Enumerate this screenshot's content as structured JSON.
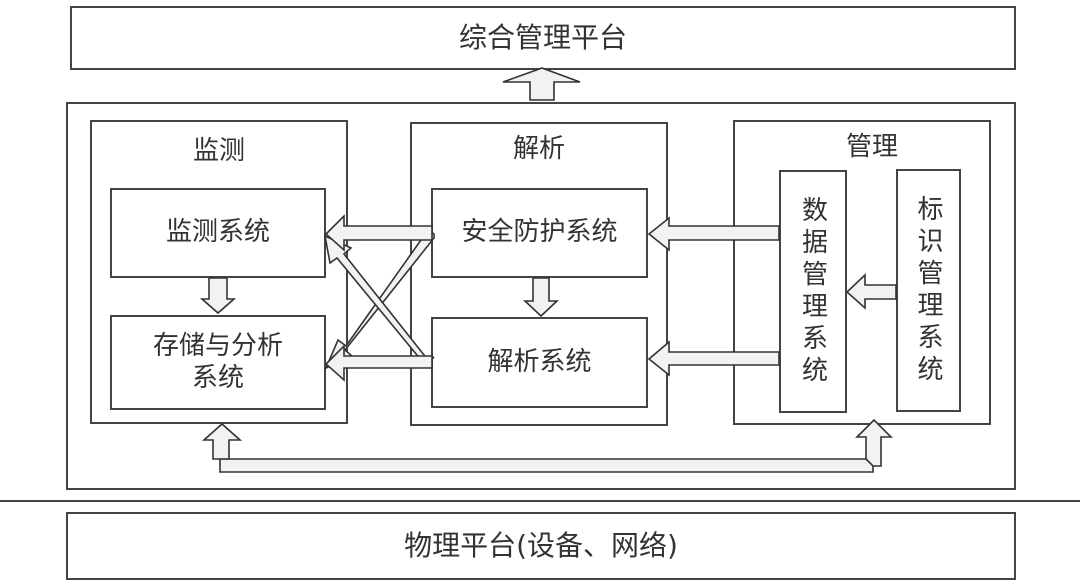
{
  "top_platform": {
    "label": "综合管理平台"
  },
  "bottom_platform": {
    "label": "物理平台(设备、网络)"
  },
  "groups": {
    "monitor": {
      "title": "监测",
      "systems": [
        "监测系统",
        "存储与分析系统"
      ]
    },
    "analysis": {
      "title": "解析",
      "systems": [
        "安全防护系统",
        "解析系统"
      ]
    },
    "management": {
      "title": "管理",
      "systems": [
        "数据管理系统",
        "标识管理系统"
      ]
    }
  },
  "colors": {
    "line": "#444444",
    "arrow_fill": "#f1f2f3",
    "background": "#ffffff"
  }
}
